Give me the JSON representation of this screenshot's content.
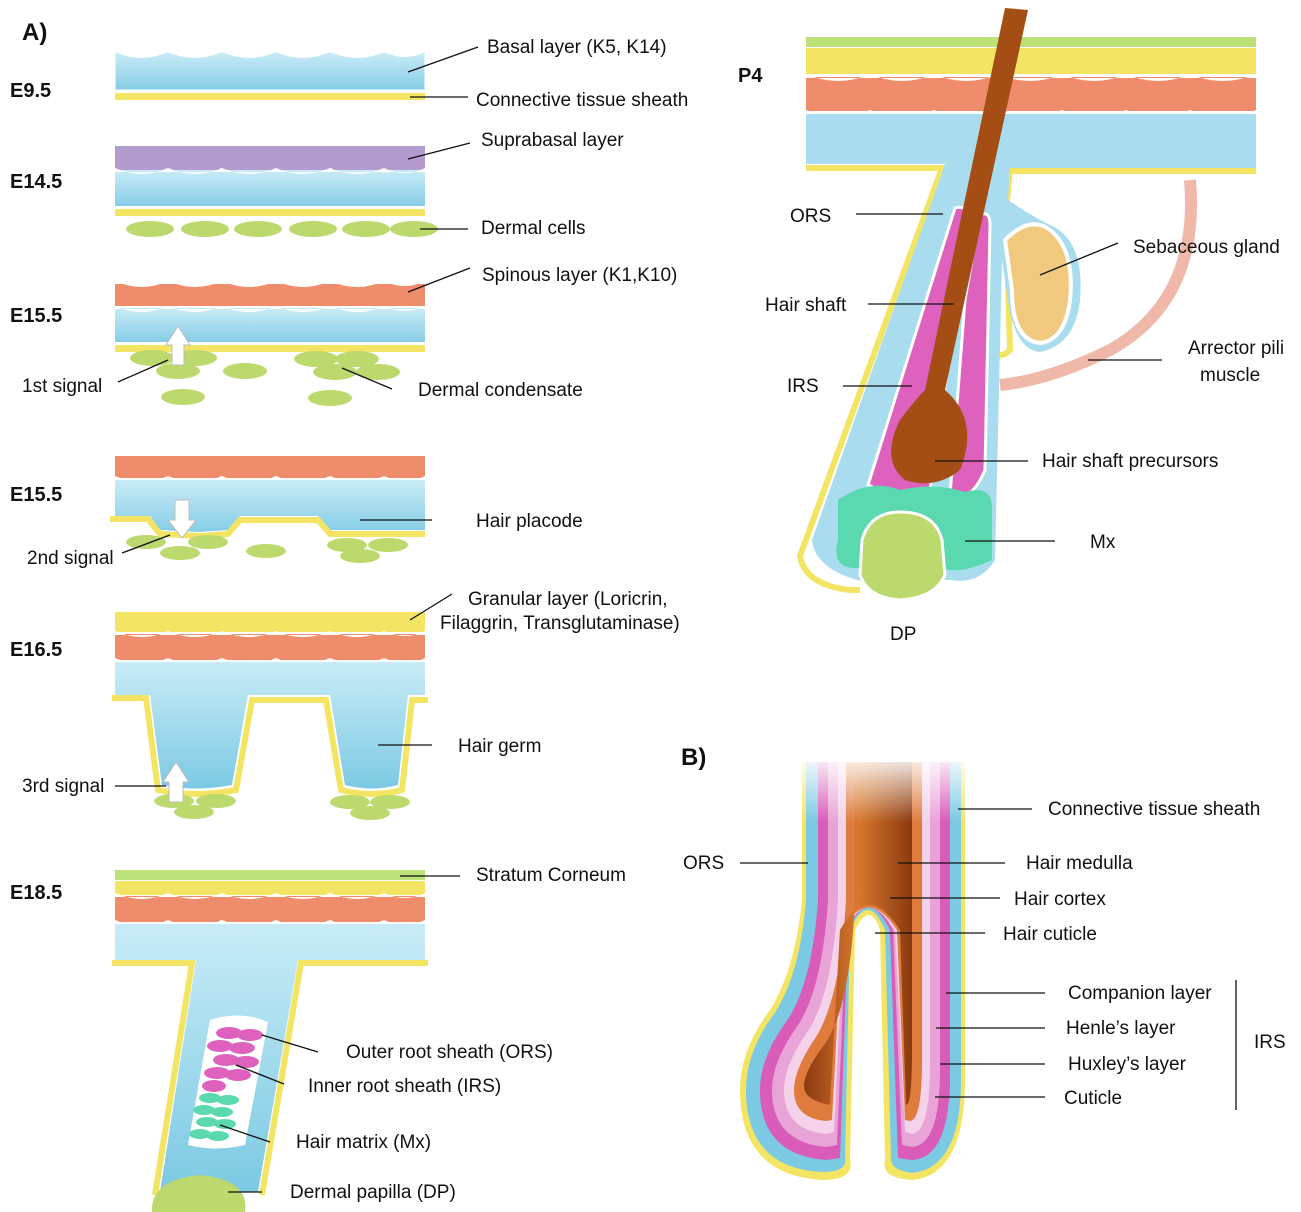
{
  "panels": {
    "a": "A)",
    "b": "B)"
  },
  "stages": {
    "e9_5": "E9.5",
    "e14_5": "E14.5",
    "e15_5a": "E15.5",
    "e15_5b": "E15.5",
    "e16_5": "E16.5",
    "e18_5": "E18.5",
    "p4": "P4"
  },
  "labels_a": {
    "basal": "Basal layer (K5, K14)",
    "cts": "Connective tissue sheath",
    "suprabasal": "Suprabasal layer",
    "dermal_cells": "Dermal cells",
    "spinous": "Spinous layer (K1,K10)",
    "signal1": "1st signal",
    "dermal_condensate": "Dermal condensate",
    "hair_placode": "Hair placode",
    "signal2": "2nd signal",
    "granular_1": "Granular layer (Loricrin,",
    "granular_2": "Filaggrin, Transglutaminase)",
    "hair_germ": "Hair germ",
    "signal3": "3rd signal",
    "stratum": "Stratum Corneum",
    "ors": "Outer root sheath (ORS)",
    "irs": "Inner root sheath (IRS)",
    "mx": "Hair matrix (Mx)",
    "dp": "Dermal papilla (DP)"
  },
  "labels_p4": {
    "ors": "ORS",
    "hair_shaft": "Hair shaft",
    "irs": "IRS",
    "sebaceous": "Sebaceous gland",
    "arrector_1": "Arrector pili",
    "arrector_2": "muscle",
    "precursors": "Hair shaft precursors",
    "mx": "Mx",
    "dp": "DP"
  },
  "labels_b": {
    "cts": "Connective tissue sheath",
    "ors": "ORS",
    "medulla": "Hair medulla",
    "cortex": "Hair cortex",
    "cuticle_hair": "Hair cuticle",
    "companion": "Companion layer",
    "henle": "Henle’s layer",
    "huxley": "Huxley’s layer",
    "cuticle": "Cuticle",
    "irs": "IRS"
  },
  "colors": {
    "basal": "#a8dcee",
    "suprabasal": "#b39bd0",
    "spinous": "#ef8c6b",
    "granular": "#f3e464",
    "corneum": "#bde27a",
    "dermal": "#bcd96e",
    "irs": "#de62bd",
    "shaft": "#a44e15",
    "matrix": "#5ad8b0",
    "sebaceous": "#f0c97e",
    "muscle": "#f0b8a8"
  }
}
